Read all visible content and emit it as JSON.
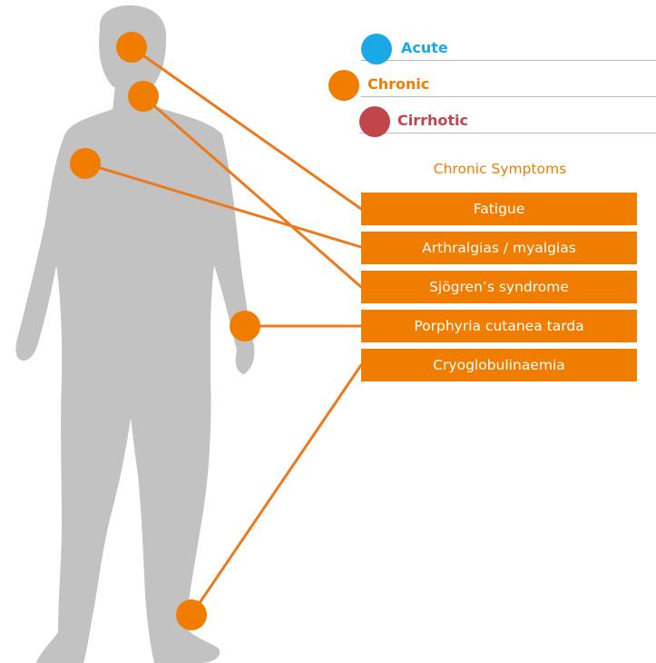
{
  "legend": {
    "stages": [
      {
        "label": "Acute",
        "color": "#1aa9e6"
      },
      {
        "label": "Chronic",
        "color": "#f07c00"
      },
      {
        "label": "Cirrhotic",
        "color": "#c0464b"
      }
    ]
  },
  "symptoms": {
    "title": "Chronic Symptoms",
    "items": [
      {
        "label": "Fatigue"
      },
      {
        "label": "Arthralgias / myalgias"
      },
      {
        "label": "Sjögren’s syndrome"
      },
      {
        "label": "Porphyria cutanea tarda"
      },
      {
        "label": "Cryoglobulinaemia"
      }
    ]
  },
  "colors": {
    "accent": "#f07c00",
    "silhouette": "#c2c2c2",
    "connector": "#ec7a1c",
    "box_text": "#ffffff"
  },
  "icons": {
    "figure": "human-silhouette-icon",
    "marker": "body-marker-dot-icon"
  }
}
